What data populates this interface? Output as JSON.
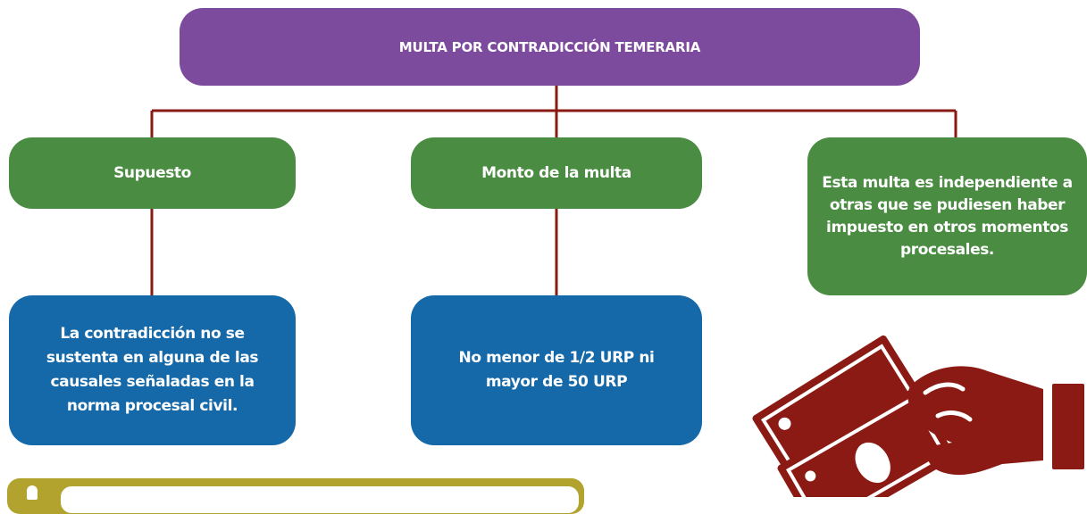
{
  "diagram": {
    "title": "MULTA POR CONTRADICCIÓN TEMERARIA",
    "branches": [
      {
        "heading": "Supuesto",
        "detail": "La contradicción no se sustenta en alguna de las causales señaladas en la norma procesal civil."
      },
      {
        "heading": "Monto de la multa",
        "detail": "No menor de 1/2 URP ni mayor de 50 URP"
      }
    ],
    "note": "Esta multa es independiente a otras que se pudiesen haber impuesto en otros momentos procesales."
  },
  "colors": {
    "title_box": "#7d4b9d",
    "heading_boxes": "#4b8c43",
    "detail_boxes": "#1569a8",
    "connector_lines": "#8a1a13",
    "money_icon": "#8a1a13",
    "bottom_bar": "#b2a22e"
  },
  "icons": {
    "illustration": "hand-with-banknotes-icon"
  }
}
